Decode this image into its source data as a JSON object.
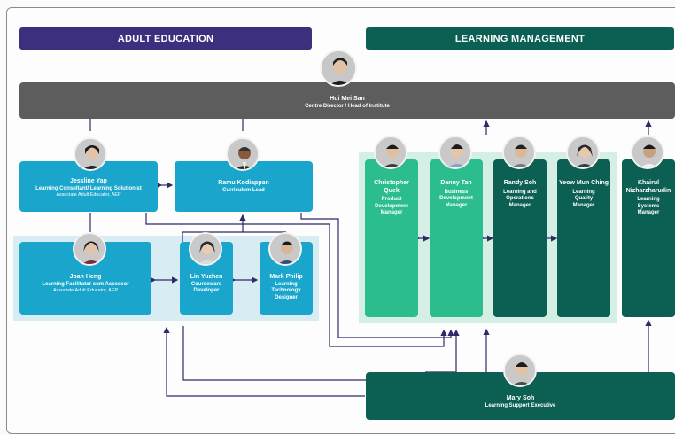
{
  "departments": {
    "left": "ADULT EDUCATION",
    "right": "LEARNING MANAGEMENT"
  },
  "colors": {
    "adult_education": "#3c2f7e",
    "learning_management": "#0c5f53",
    "director_bar": "#5d5d5d",
    "blue_box": "#1aa6cc",
    "light_teal_box": "#2bbd8d",
    "dark_teal_box": "#0c5f53",
    "panel_blue": "#d8ecf3",
    "panel_green": "#d5efe4",
    "arrow": "#2e2a68"
  },
  "director": {
    "name": "Hui Mei San",
    "role": "Centre Director / Head of Institute"
  },
  "people": {
    "jessline": {
      "name": "Jessline Yap",
      "role": "Learning Consultant/ Learning Solutionist",
      "note": "Associate Adult Educator, AEP"
    },
    "ramu": {
      "name": "Ramu Kodiappan",
      "role": "Curriculum Lead"
    },
    "joan": {
      "name": "Joan Heng",
      "role": "Learning Facilitator cum Assessor",
      "note": "Associate Adult Educator, AEP"
    },
    "lin": {
      "name": "Lin Yuzhen",
      "role": "Courseware Developer"
    },
    "mark": {
      "name": "Mark Philip",
      "role": "Learning Technology Designer"
    },
    "christopher": {
      "name": "Christopher Quek",
      "role": "Product Development Manager"
    },
    "danny": {
      "name": "Danny Tan",
      "role": "Business Development Manager"
    },
    "randy": {
      "name": "Randy Soh",
      "role": "Learning and Operations Manager"
    },
    "yeow": {
      "name": "Yeow Mun Ching",
      "role": "Learning Quality Manager"
    },
    "khairul": {
      "name": "Khairul Nizharzharudin",
      "role": "Learning Systems Manager"
    },
    "mary": {
      "name": "Mary Soh",
      "role": "Learning Support Executive"
    }
  }
}
